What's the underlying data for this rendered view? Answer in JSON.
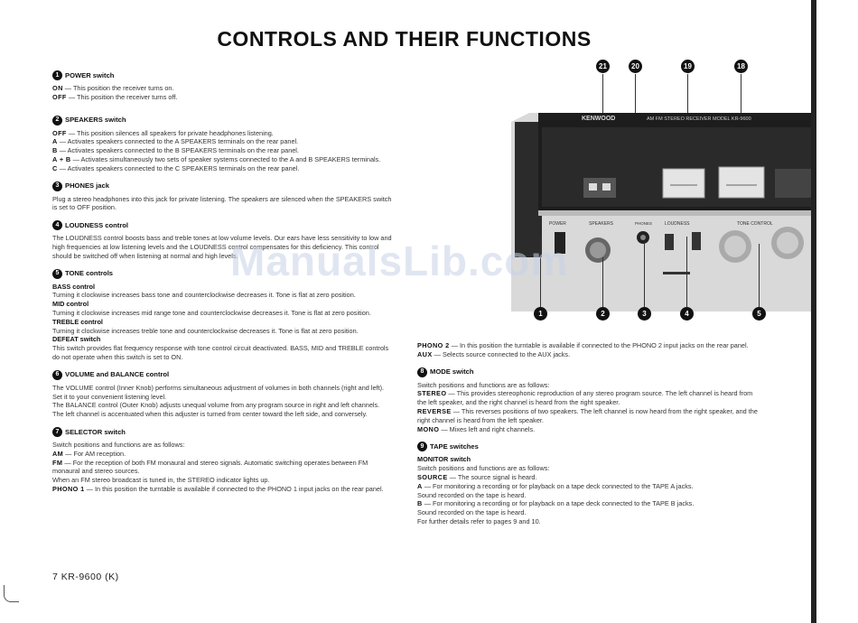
{
  "title": "CONTROLS AND THEIR FUNCTIONS",
  "watermark": "ManualsLib.com",
  "footer": "7   KR-9600 (K)",
  "photo": {
    "brand": "KENWOOD",
    "model": "AM FM STEREO RECEIVER  MODEL KR-9600",
    "labels": {
      "power": "POWER",
      "speakers": "SPEAKERS",
      "phones": "PHONES",
      "loudness": "LOUDNESS",
      "tone": "TONE CONTROL"
    },
    "callouts_top": [
      "21",
      "20",
      "19",
      "18"
    ],
    "callouts_bottom": [
      "1",
      "2",
      "3",
      "4",
      "5"
    ]
  },
  "sections": {
    "power": {
      "num": "1",
      "title": "POWER switch",
      "lines": [
        {
          "k": "ON",
          "t": " — This position the receiver turns on."
        },
        {
          "k": "OFF",
          "t": " — This position the receiver turns off."
        }
      ]
    },
    "speakers": {
      "num": "2",
      "title": "SPEAKERS switch",
      "lines": [
        {
          "k": "OFF",
          "t": " — This position silences all speakers for private headphones listening."
        },
        {
          "k": "A",
          "t": " — Activates speakers connected to the A SPEAKERS terminals on the rear panel."
        },
        {
          "k": "B",
          "t": " — Activates speakers connected to the B SPEAKERS terminals on the rear panel."
        },
        {
          "k": "A + B",
          "t": " — Activates simultaneously two sets of speaker systems connected to the A and B SPEAKERS terminals."
        },
        {
          "k": "C",
          "t": " — Activates speakers connected to the C SPEAKERS terminals on the rear panel."
        }
      ]
    },
    "phones": {
      "num": "3",
      "title": "PHONES jack",
      "text": "Plug a stereo headphones into this jack for private listening. The speakers are silenced when the SPEAKERS switch is set to OFF position."
    },
    "loudness": {
      "num": "4",
      "title": "LOUDNESS control",
      "text": "The LOUDNESS control boosts bass and treble tones at low volume levels. Our ears have less sensitivity to low and high frequencies at low listening levels and the LOUDNESS control compensates for this deficiency. This control should be switched off when listening at normal and high levels."
    },
    "tone": {
      "num": "5",
      "title": "TONE controls",
      "bass_h": "BASS control",
      "bass": "Turning it clockwise increases bass tone and counterclockwise decreases it. Tone is flat at zero position.",
      "mid_h": "MID control",
      "mid": "Turning it clockwise increases mid range tone and counterclockwise decreases it. Tone is flat at zero position.",
      "treble_h": "TREBLE control",
      "treble": "Turning it clockwise increases treble tone and counterclockwise decreases it. Tone is flat at zero position.",
      "defeat_h": "DEFEAT switch",
      "defeat": "This switch provides flat frequency response with tone control circuit deactivated. BASS, MID and TREBLE controls do not operate when this switch is set to ON."
    },
    "volume": {
      "num": "6",
      "title": "VOLUME and BALANCE control",
      "text1": "The VOLUME control (Inner Knob) performs simultaneous adjustment of volumes in both channels (right and left). Set it to your convenient listening level.",
      "text2": "The BALANCE control (Outer Knob) adjusts unequal volume from any program source in right and left channels. The left channel is accentuated when this adjuster is turned from center toward the left side, and conversely."
    },
    "selector": {
      "num": "7",
      "title": "SELECTOR switch",
      "intro": "Switch positions and functions are as follows:",
      "lines": [
        {
          "k": "AM",
          "t": " — For AM reception."
        },
        {
          "k": "FM",
          "t": " — For the reception of both FM monaural and stereo signals. Automatic switching operates between FM monaural and stereo sources."
        },
        {
          "k": "",
          "t": "When an FM stereo broadcast is tuned in, the STEREO indicator lights up."
        },
        {
          "k": "PHONO 1",
          "t": " — In this position the turntable is available if connected to the PHONO 1 input jacks on the rear panel."
        }
      ]
    },
    "selector_cont": {
      "lines": [
        {
          "k": "PHONO 2",
          "t": " — In this position the turntable is available if connected to the PHONO 2 input jacks on the rear panel."
        },
        {
          "k": "AUX",
          "t": " — Selects source connected to the AUX jacks."
        }
      ]
    },
    "mode": {
      "num": "8",
      "title": "MODE switch",
      "intro": "Switch positions and functions are as follows:",
      "lines": [
        {
          "k": "STEREO",
          "t": " — This provides stereophonic reproduction of any stereo program source. The left channel is heard from the left speaker, and the right channel is heard from the right speaker."
        },
        {
          "k": "REVERSE",
          "t": " — This reverses positions of two speakers. The left channel is now heard from the right speaker, and the right channel is heard from the left speaker."
        },
        {
          "k": "MONO",
          "t": " — Mixes left and right channels."
        }
      ]
    },
    "tape": {
      "num": "9",
      "title": "TAPE switches",
      "sub": "MONITOR switch",
      "intro": "Switch positions and functions are as follows:",
      "lines": [
        {
          "k": "SOURCE",
          "t": " — The source signal is heard."
        },
        {
          "k": "A",
          "t": " — For monitoring a recording or for playback on a tape deck connected to the TAPE A jacks."
        },
        {
          "k": "",
          "t": "Sound recorded on the tape is heard."
        },
        {
          "k": "B",
          "t": " — For monitoring a recording or for playback on a tape deck connected to the TAPE B jacks."
        },
        {
          "k": "",
          "t": "Sound recorded on the tape is heard."
        },
        {
          "k": "",
          "t": "For further details refer to pages 9 and 10."
        }
      ]
    }
  }
}
